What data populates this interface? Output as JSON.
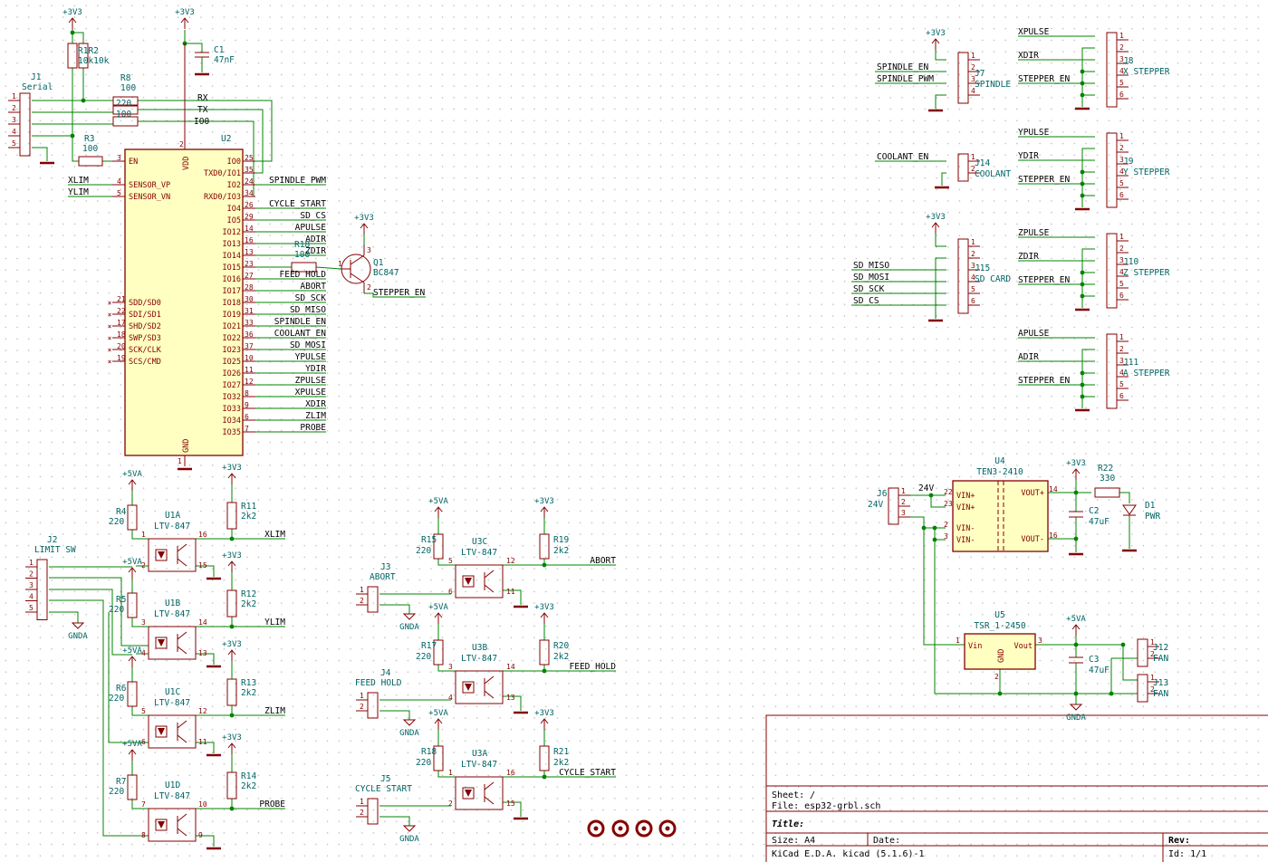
{
  "sheet": {
    "background": "#ffffff",
    "wire_color": "#008400",
    "symbol_outline_color": "#840000",
    "symbol_fill_color": "#ffffc2",
    "reference_text_color": "#006464"
  },
  "u2": {
    "ref": "U2",
    "left_pins": [
      {
        "num": "3",
        "name": "EN"
      },
      {
        "num": "4",
        "name": "SENSOR_VP",
        "net": "XLIM"
      },
      {
        "num": "5",
        "name": "SENSOR_VN",
        "net": "YLIM"
      },
      {
        "num": "21",
        "name": "SDD/SD0"
      },
      {
        "num": "22",
        "name": "SDI/SD1"
      },
      {
        "num": "17",
        "name": "SHD/SD2"
      },
      {
        "num": "18",
        "name": "SWP/SD3"
      },
      {
        "num": "20",
        "name": "SCK/CLK"
      },
      {
        "num": "19",
        "name": "SCS/CMD"
      }
    ],
    "right_pins": [
      {
        "num": "25",
        "name": "IO0",
        "net": ""
      },
      {
        "num": "35",
        "name": "TXD0/IO1",
        "net": ""
      },
      {
        "num": "24",
        "name": "IO2",
        "net": "SPINDLE_PWM"
      },
      {
        "num": "34",
        "name": "RXD0/IO3",
        "net": ""
      },
      {
        "num": "26",
        "name": "IO4",
        "net": "CYCLE_START"
      },
      {
        "num": "29",
        "name": "IO5",
        "net": "SD_CS"
      },
      {
        "num": "14",
        "name": "IO12",
        "net": "APULSE"
      },
      {
        "num": "16",
        "name": "IO13",
        "net": "ADIR"
      },
      {
        "num": "13",
        "name": "IO14",
        "net": "ZDIR"
      },
      {
        "num": "23",
        "name": "IO15",
        "net": ""
      },
      {
        "num": "27",
        "name": "IO16",
        "net": "FEED_HOLD"
      },
      {
        "num": "28",
        "name": "IO17",
        "net": "ABORT"
      },
      {
        "num": "30",
        "name": "IO18",
        "net": "SD_SCK"
      },
      {
        "num": "31",
        "name": "IO19",
        "net": "SD_MISO"
      },
      {
        "num": "33",
        "name": "IO21",
        "net": "SPINDLE_EN"
      },
      {
        "num": "36",
        "name": "IO22",
        "net": "COOLANT_EN"
      },
      {
        "num": "37",
        "name": "IO23",
        "net": "SD_MOSI"
      },
      {
        "num": "10",
        "name": "IO25",
        "net": "YPULSE"
      },
      {
        "num": "11",
        "name": "IO26",
        "net": "YDIR"
      },
      {
        "num": "12",
        "name": "IO27",
        "net": "ZPULSE"
      },
      {
        "num": "8",
        "name": "IO32",
        "net": "XPULSE"
      },
      {
        "num": "9",
        "name": "IO33",
        "net": "XDIR"
      },
      {
        "num": "6",
        "name": "IO34",
        "net": "ZLIM"
      },
      {
        "num": "7",
        "name": "IO35",
        "net": "PROBE"
      }
    ],
    "vdd_label": "VDD",
    "vdd_num": "2",
    "gnd_label": "GND",
    "gnd_num": "1",
    "serial_labels": [
      "RX",
      "TX",
      "IO0"
    ]
  },
  "top_left": {
    "power_3v3": "+3V3",
    "c1_ref": "C1",
    "c1_val": "47nF",
    "r1r2_text": "R1R2",
    "r1r2_val": "10k10k",
    "r8_ref": "R8",
    "r8_val": "100",
    "r9_val": "220",
    "r10_val": "100",
    "r3_ref": "R3",
    "r3_val": "100",
    "j1_ref": "J1",
    "j1_val": "Serial",
    "j1_pins": [
      "1",
      "2",
      "3",
      "4",
      "5"
    ]
  },
  "q1": {
    "power": "+3V3",
    "ref": "Q1",
    "val": "BC847",
    "r_ref": "R18",
    "r_val": "100",
    "net": "STEPPER_EN",
    "pins": [
      "1",
      "2",
      "3"
    ]
  },
  "opto_left": {
    "j2_ref": "J2",
    "j2_val": "LIMIT SW",
    "j2_pins": [
      "1",
      "2",
      "3",
      "4",
      "5"
    ],
    "gnda": "GNDA",
    "units": [
      {
        "u": "U1A",
        "part": "LTV-847",
        "r_ref": "R4",
        "r_val": "220",
        "rp_ref": "R11",
        "rp_val": "2k2",
        "p_in": "1",
        "p_k": "2",
        "p_c": "16",
        "p_e": "15",
        "net": "XLIM",
        "pwr5": "+5VA",
        "pwr3": "+3V3"
      },
      {
        "u": "U1B",
        "part": "LTV-847",
        "r_ref": "R5",
        "r_val": "220",
        "rp_ref": "R12",
        "rp_val": "2k2",
        "p_in": "3",
        "p_k": "4",
        "p_c": "14",
        "p_e": "13",
        "net": "YLIM",
        "pwr5": "+5VA",
        "pwr3": "+3V3"
      },
      {
        "u": "U1C",
        "part": "LTV-847",
        "r_ref": "R6",
        "r_val": "220",
        "rp_ref": "R13",
        "rp_val": "2k2",
        "p_in": "5",
        "p_k": "6",
        "p_c": "12",
        "p_e": "11",
        "net": "ZLIM",
        "pwr5": "+5VA",
        "pwr3": "+3V3"
      },
      {
        "u": "U1D",
        "part": "LTV-847",
        "r_ref": "R7",
        "r_val": "220",
        "rp_ref": "R14",
        "rp_val": "2k2",
        "p_in": "7",
        "p_k": "8",
        "p_c": "10",
        "p_e": "9",
        "net": "PROBE",
        "pwr5": "+5VA",
        "pwr3": "+3V3"
      }
    ]
  },
  "opto_mid": [
    {
      "j_ref": "J3",
      "j_val": "ABORT",
      "u": "U3C",
      "part": "LTV-847",
      "r_ref": "R15",
      "r_val": "220",
      "rp_ref": "R19",
      "rp_val": "2k2",
      "p_in": "5",
      "p_k": "6",
      "p_c": "12",
      "p_e": "11",
      "net": "ABORT",
      "gnda": "GNDA",
      "pwr5": "+5VA",
      "pwr3": "+3V3"
    },
    {
      "j_ref": "J4",
      "j_val": "FEED HOLD",
      "u": "U3B",
      "part": "LTV-847",
      "r_ref": "R17",
      "r_val": "220",
      "rp_ref": "R20",
      "rp_val": "2k2",
      "p_in": "3",
      "p_k": "4",
      "p_c": "14",
      "p_e": "13",
      "net": "FEED_HOLD",
      "gnda": "GNDA",
      "pwr5": "+5VA",
      "pwr3": "+3V3"
    },
    {
      "j_ref": "J5",
      "j_val": "CYCLE START",
      "u": "U3A",
      "part": "LTV-847",
      "r_ref": "R18",
      "r_val": "220",
      "rp_ref": "R21",
      "rp_val": "2k2",
      "p_in": "1",
      "p_k": "2",
      "p_c": "16",
      "p_e": "15",
      "net": "CYCLE_START",
      "gnda": "GNDA",
      "pwr5": "+5VA",
      "pwr3": "+3V3"
    }
  ],
  "right_connectors": {
    "j7": {
      "ref": "J7",
      "val": "SPINDLE",
      "power": "+3V3",
      "nets": [
        "",
        "SPINDLE_EN",
        "SPINDLE_PWM",
        ""
      ],
      "pins": [
        "1",
        "2",
        "3",
        "4"
      ]
    },
    "j14": {
      "ref": "J14",
      "val": "COOLANT",
      "nets": [
        "COOLANT_EN",
        ""
      ],
      "pins": [
        "1",
        "2"
      ]
    },
    "j15": {
      "ref": "J15",
      "val": "SD CARD",
      "power": "+3V3",
      "nets": [
        "",
        "",
        "SD_MISO",
        "SD_MOSI",
        "SD_SCK",
        "SD_CS"
      ],
      "pins": [
        "1",
        "2",
        "3",
        "4",
        "5",
        "6"
      ]
    },
    "steppers": [
      {
        "ref": "J8",
        "val": "X STEPPER",
        "pulse": "XPULSE",
        "dir": "XDIR",
        "en": "STEPPER_EN"
      },
      {
        "ref": "J9",
        "val": "Y STEPPER",
        "pulse": "YPULSE",
        "dir": "YDIR",
        "en": "STEPPER_EN"
      },
      {
        "ref": "J10",
        "val": "Z STEPPER",
        "pulse": "ZPULSE",
        "dir": "ZDIR",
        "en": "STEPPER_EN"
      },
      {
        "ref": "J11",
        "val": "A STEPPER",
        "pulse": "APULSE",
        "dir": "ADIR",
        "en": "STEPPER_EN"
      }
    ],
    "stepper_pins": [
      "1",
      "2",
      "3",
      "4",
      "5",
      "6"
    ]
  },
  "power": {
    "j6_ref": "J6",
    "j6_val": "24V",
    "j6_pins": [
      "1",
      "2",
      "3"
    ],
    "net_24v": "24V",
    "u4_ref": "U4",
    "u4_val": "TEN3-2410",
    "u4_pins": [
      {
        "num": "22",
        "name": "VIN+"
      },
      {
        "num": "23",
        "name": "VIN+"
      },
      {
        "num": "2",
        "name": "VIN-"
      },
      {
        "num": "3",
        "name": "VIN-"
      }
    ],
    "u4_out": [
      {
        "num": "14",
        "name": "VOUT+"
      },
      {
        "num": "16",
        "name": "VOUT-"
      }
    ],
    "pwr_3v3": "+3V3",
    "c2_ref": "C2",
    "c2_val": "47uF",
    "r22_ref": "R22",
    "r22_val": "330",
    "d1_ref": "D1",
    "d1_val": "PWR",
    "u5_ref": "U5",
    "u5_val": "TSR_1-2450",
    "u5_vin": "Vin",
    "u5_vout": "Vout",
    "u5_gnd": "GND",
    "u5_pins": [
      "1",
      "3",
      "2"
    ],
    "pwr_5va": "+5VA",
    "c3_ref": "C3",
    "c3_val": "47uF",
    "j12_ref": "J12",
    "j12_val": "FAN",
    "j13_ref": "J13",
    "j13_val": "FAN",
    "fan_pins": [
      "1",
      "2"
    ],
    "gnda": "GNDA"
  },
  "title_block": {
    "sheet": "Sheet: /",
    "file": "File: esp32-grbl.sch",
    "title": "Title:",
    "size": "Size: A4",
    "date": "Date:",
    "rev": "Rev:",
    "tool": "KiCad E.D.A.  kicad (5.1.6)-1",
    "id": "Id: 1/1"
  }
}
